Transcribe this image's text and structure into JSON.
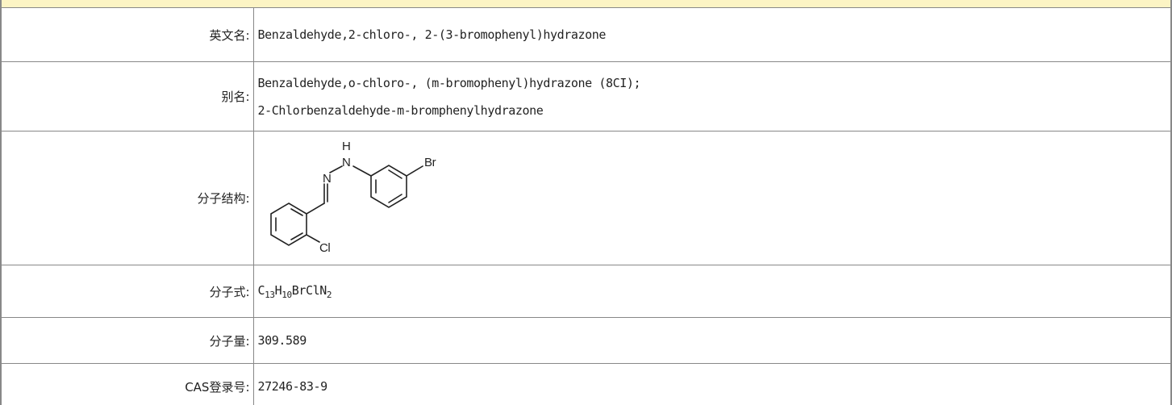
{
  "rows": {
    "english_name": {
      "label": "英文名:",
      "value": "Benzaldehyde,2-chloro-, 2-(3-bromophenyl)hydrazone"
    },
    "alias": {
      "label": "别名:",
      "values": [
        "Benzaldehyde,o-chloro-, (m-bromophenyl)hydrazone (8CI);",
        "2-Chlorbenzaldehyde-m-bromphenylhydrazone"
      ]
    },
    "structure": {
      "label": "分子结构:",
      "atoms": {
        "h": "H",
        "n1": "N",
        "n2": "N",
        "br": "Br",
        "cl": "Cl"
      }
    },
    "formula": {
      "label": "分子式:",
      "parts": {
        "c": "C",
        "c_n": "13",
        "h": "H",
        "h_n": "10",
        "rest": "BrClN",
        "n_n": "2"
      }
    },
    "molecular_weight": {
      "label": "分子量:",
      "value": "309.589"
    },
    "cas": {
      "label": "CAS登录号:",
      "value": "27246-83-9"
    }
  }
}
